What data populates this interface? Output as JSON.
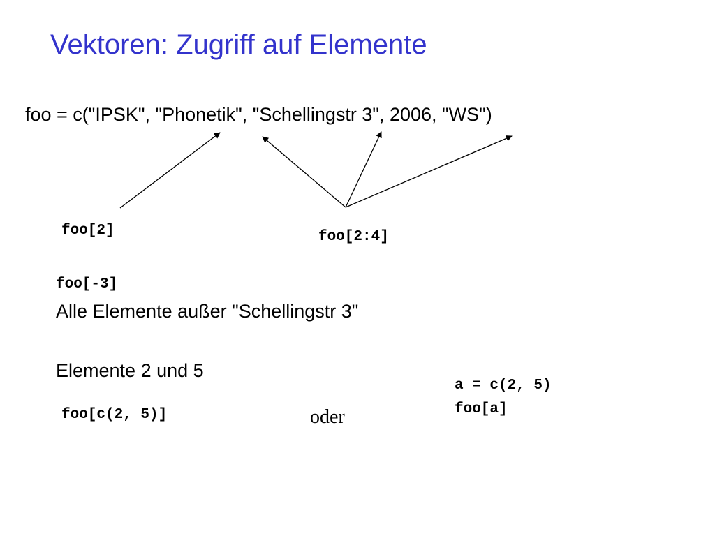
{
  "title": "Vektoren: Zugriff auf Elemente",
  "assignment": "foo = c(\"IPSK\", \"Phonetik\", \"Schellingstr 3\", 2006, \"WS\")",
  "labels": {
    "single_index": "foo[2]",
    "range_index": "foo[2:4]",
    "negative_index": "foo[-3]",
    "negative_desc": "Alle Elemente außer \"Schellingstr 3\"",
    "elements_heading": "Elemente 2 und 5",
    "vector_index": "foo[c(2, 5)]",
    "oder": "oder",
    "alt_line1": "a = c(2, 5)",
    "alt_line2": "foo[a]"
  }
}
